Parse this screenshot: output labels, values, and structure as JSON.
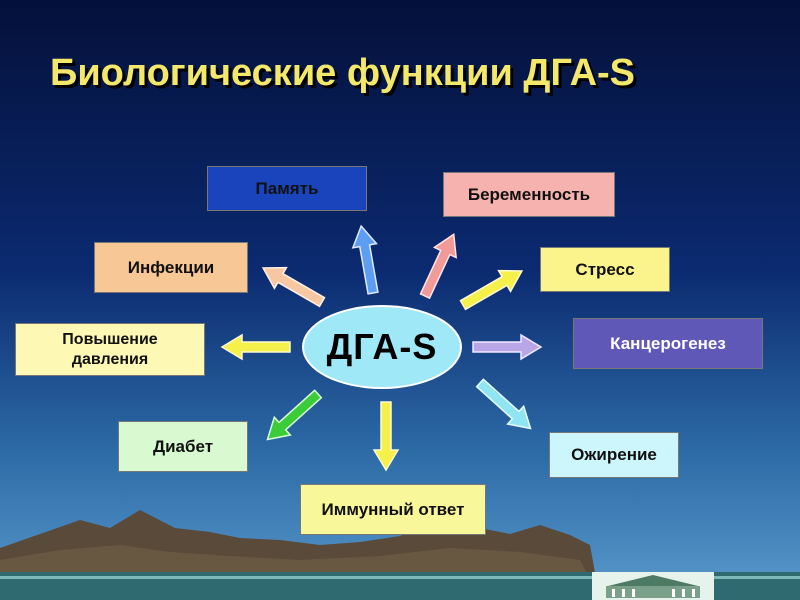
{
  "title": "Биологические функции ДГА-S",
  "center_label": "ДГА-S",
  "nodes": {
    "memory": "Память",
    "pregnancy": "Беременность",
    "infections": "Инфекции",
    "stress": "Стресс",
    "pressure": "Повышение давления",
    "carcinogenesis": "Канцерогенез",
    "diabetes": "Диабет",
    "obesity": "Ожирение",
    "immune": "Иммунный ответ"
  },
  "colors": {
    "title": "#f3e86a",
    "center": "#9fe8f7",
    "memory_box": "#1a44bb",
    "pregnancy_box": "#f5b2ae",
    "infections_box": "#f8c796",
    "stress_box": "#fbf38c",
    "pressure_box": "#fdf9b5",
    "carcinogenesis_box": "#6058b6",
    "diabetes_box": "#d9f9d0",
    "obesity_box": "#cdf6fc",
    "immune_box": "#f8f79a"
  }
}
